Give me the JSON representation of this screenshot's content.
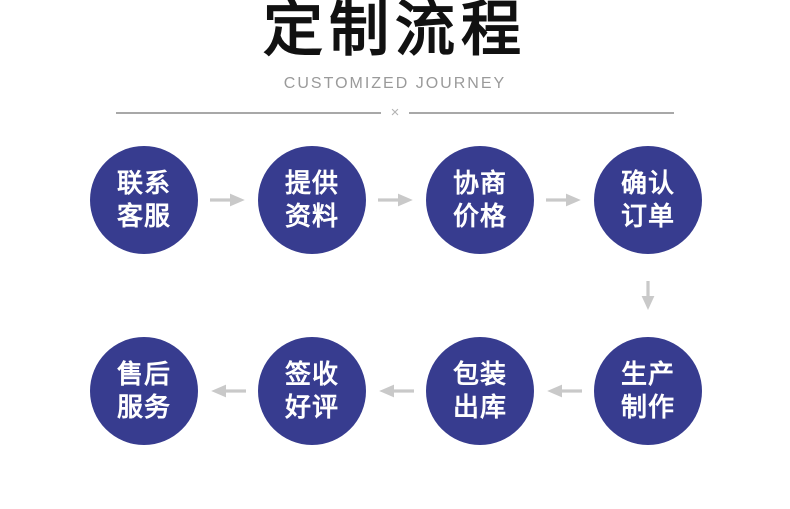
{
  "header": {
    "title": "定制流程",
    "subtitle": "CUSTOMIZED JOURNEY",
    "divider_mark": "×"
  },
  "colors": {
    "circle_fill": "#373c8f",
    "circle_text": "#ffffff",
    "arrow": "#c9c9c9",
    "title_text": "#111111",
    "subtitle_text": "#9a9a9a",
    "divider_line": "#a8a8a8"
  },
  "icons": {
    "arrow_right": "arrow-right-icon",
    "arrow_left": "arrow-left-icon",
    "arrow_down": "arrow-down-icon"
  },
  "flow": {
    "row1": [
      {
        "line1": "联系",
        "line2": "客服"
      },
      {
        "line1": "提供",
        "line2": "资料"
      },
      {
        "line1": "协商",
        "line2": "价格"
      },
      {
        "line1": "确认",
        "line2": "订单"
      }
    ],
    "row2": [
      {
        "line1": "售后",
        "line2": "服务"
      },
      {
        "line1": "签收",
        "line2": "好评"
      },
      {
        "line1": "包装",
        "line2": "出库"
      },
      {
        "line1": "生产",
        "line2": "制作"
      }
    ]
  }
}
